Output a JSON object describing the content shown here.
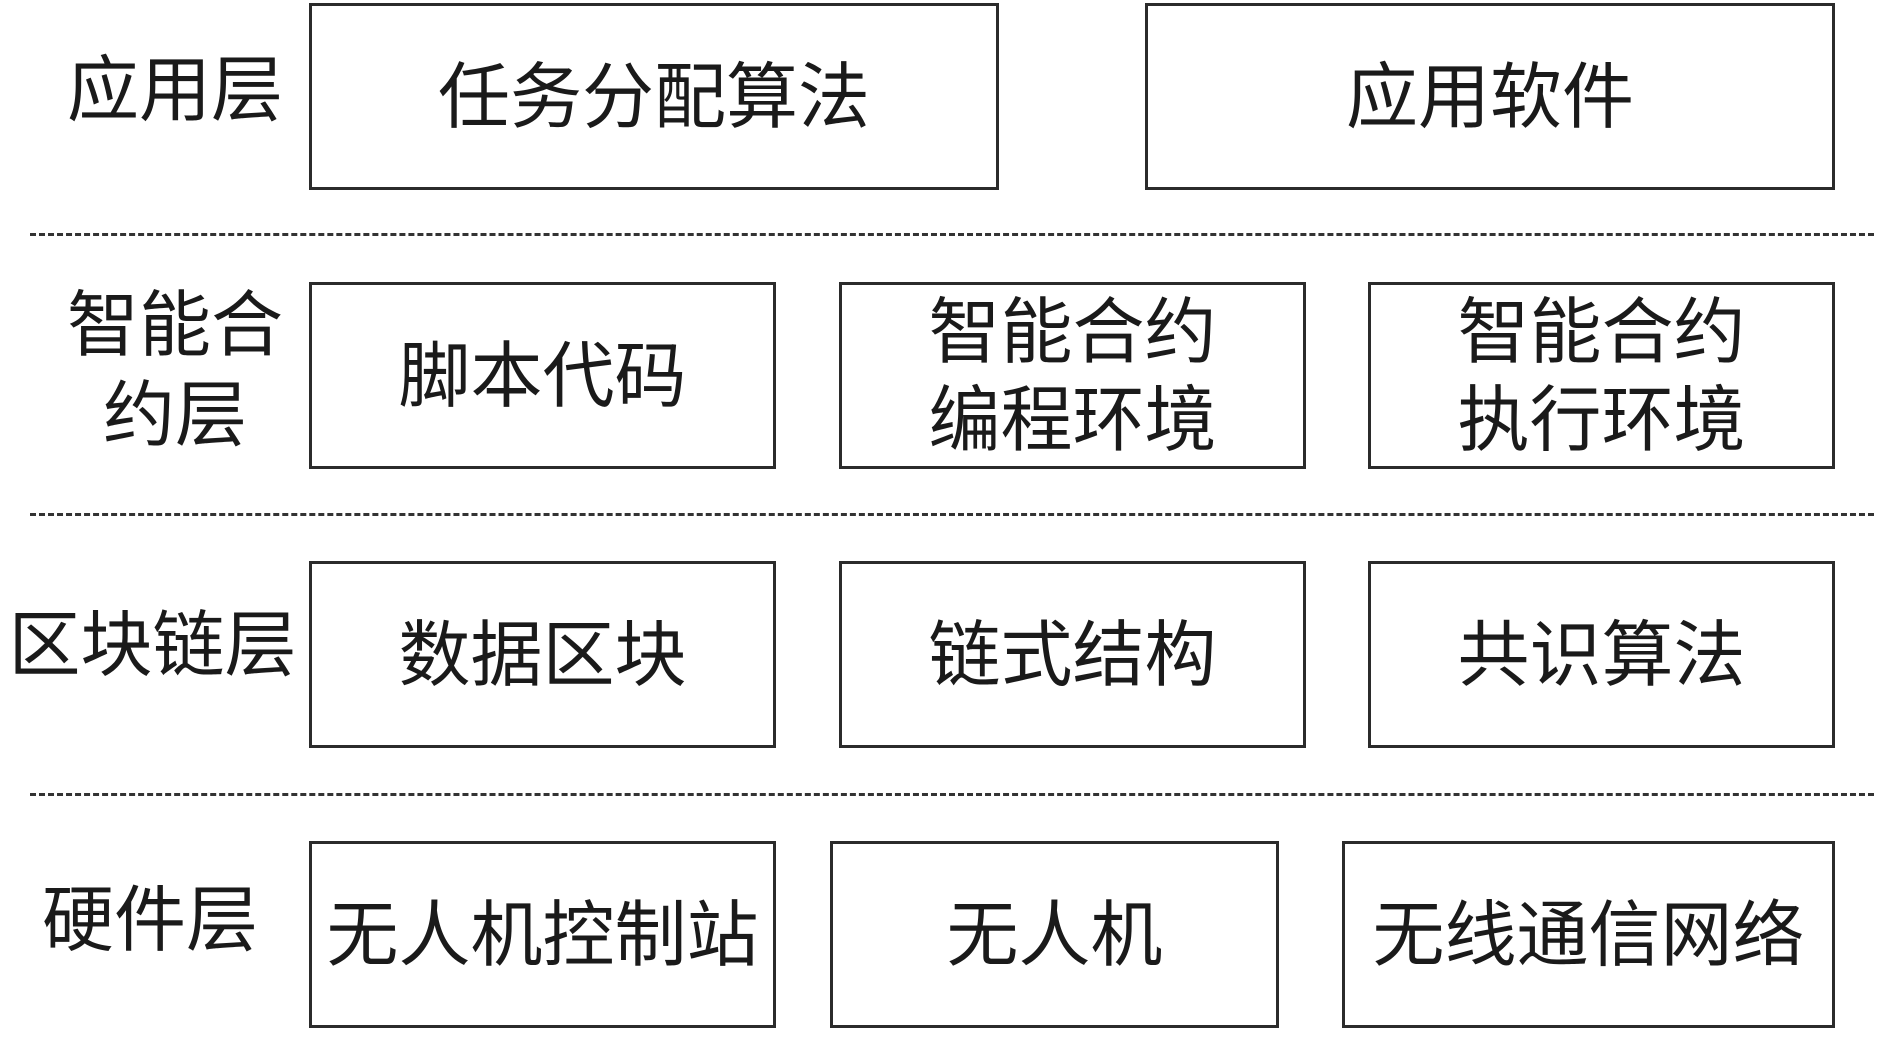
{
  "layers": [
    {
      "label_lines": [
        "应用层"
      ],
      "boxes": [
        {
          "lines": [
            "任务分配算法"
          ]
        },
        {
          "lines": [
            "应用软件"
          ]
        }
      ]
    },
    {
      "label_lines": [
        "智能合",
        "约层"
      ],
      "boxes": [
        {
          "lines": [
            "脚本代码"
          ]
        },
        {
          "lines": [
            "智能合约",
            "编程环境"
          ]
        },
        {
          "lines": [
            "智能合约",
            "执行环境"
          ]
        }
      ]
    },
    {
      "label_lines": [
        "区块链层"
      ],
      "boxes": [
        {
          "lines": [
            "数据区块"
          ]
        },
        {
          "lines": [
            "链式结构"
          ]
        },
        {
          "lines": [
            "共识算法"
          ]
        }
      ]
    },
    {
      "label_lines": [
        "硬件层"
      ],
      "boxes": [
        {
          "lines": [
            "无人机控制站"
          ]
        },
        {
          "lines": [
            "无人机"
          ]
        },
        {
          "lines": [
            "无线通信网络"
          ]
        }
      ]
    }
  ]
}
